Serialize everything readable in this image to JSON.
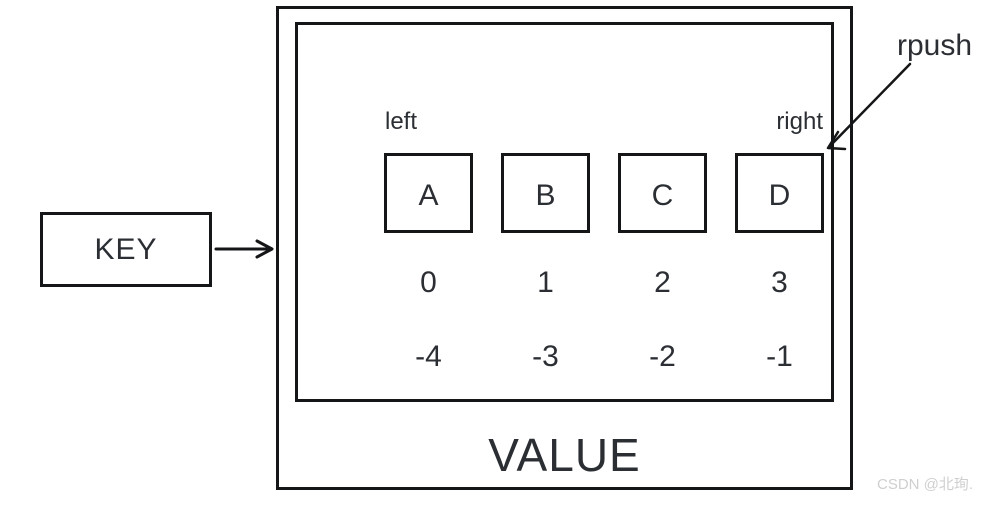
{
  "diagram": {
    "key_label": "KEY",
    "value_label": "VALUE",
    "left_label": "left",
    "right_label": "right",
    "rpush_label": "rpush",
    "cells": [
      {
        "letter": "A",
        "index": "0",
        "neg_index": "-4"
      },
      {
        "letter": "B",
        "index": "1",
        "neg_index": "-3"
      },
      {
        "letter": "C",
        "index": "2",
        "neg_index": "-2"
      },
      {
        "letter": "D",
        "index": "3",
        "neg_index": "-1"
      }
    ],
    "colors": {
      "line": "#151618",
      "text": "#2b2e33",
      "watermark": "#cfcfcf",
      "background": "#ffffff"
    }
  },
  "watermark": {
    "text": "CSDN @北珣."
  }
}
